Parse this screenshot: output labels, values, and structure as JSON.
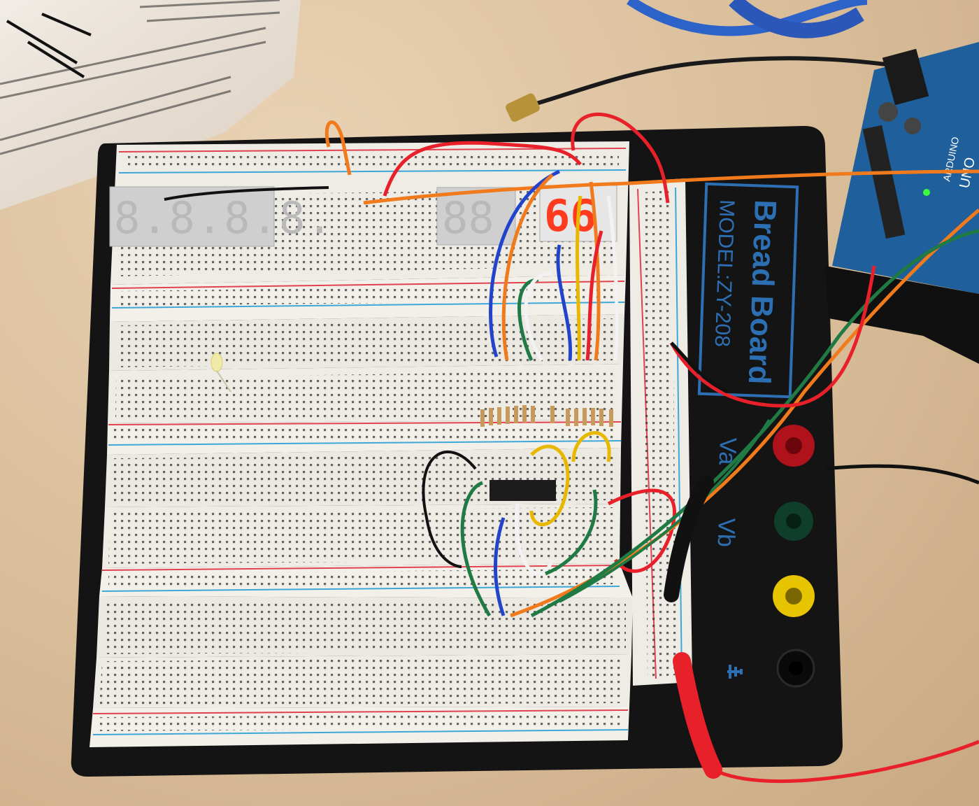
{
  "scene": {
    "description_hidden": "",
    "board": {
      "brand_text": "Bread Board",
      "model_text": "MODEL:ZY-208",
      "terminal_labels": [
        "Va",
        "Vb"
      ],
      "colors": {
        "base": "#141414",
        "strip": "#efece6",
        "rail_red": "#e0434f",
        "rail_blue": "#3fa7d8",
        "label_blue": "#2d6fb3",
        "terminal_red": "#b0121c",
        "terminal_green": "#0f3f2a",
        "terminal_yellow": "#e6c400"
      }
    },
    "displays": {
      "left_digits": "8.8.8.8.",
      "middle_digits": "88",
      "lit_digits": "66",
      "lit_color": "#ff3b1f"
    },
    "arduino": {
      "label": "UNO",
      "brand": "ARDUINO",
      "color": "#1f5f9c"
    },
    "wire_colors": [
      "#e8202a",
      "#f07a1c",
      "#1f7a44",
      "#2244cc",
      "#f2f2f2",
      "#e8b800",
      "#111111"
    ]
  }
}
